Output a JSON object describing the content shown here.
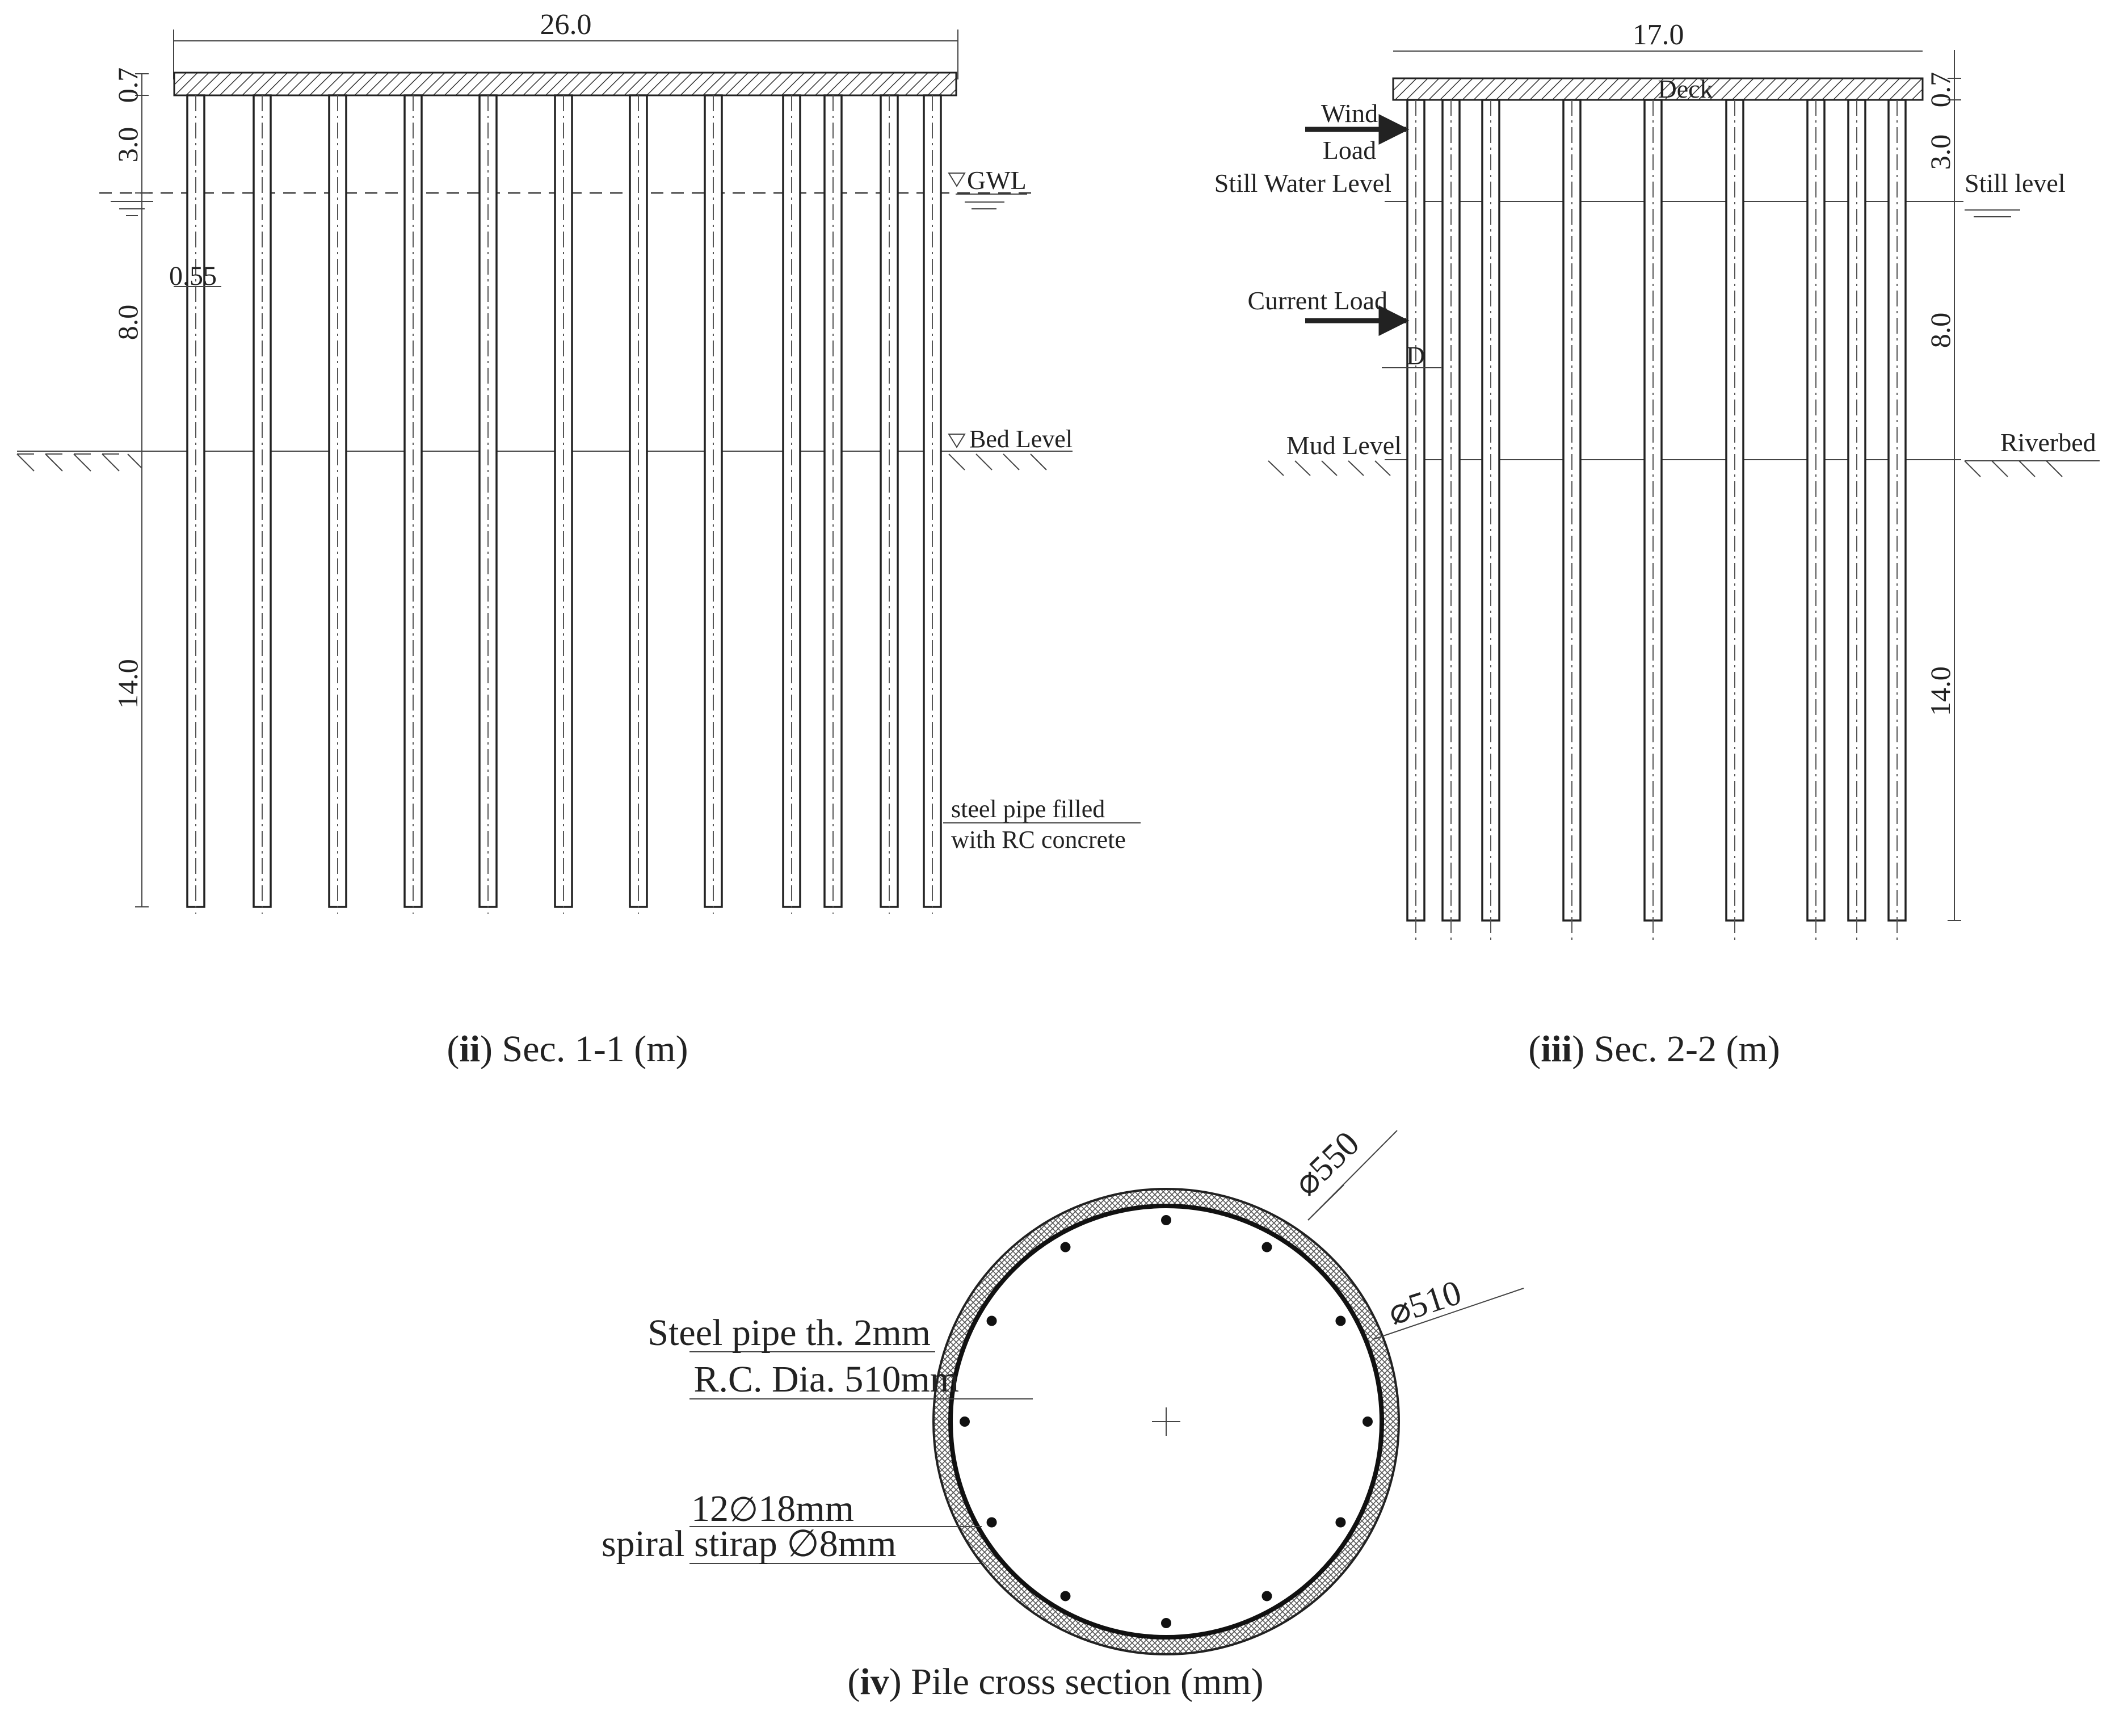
{
  "sec1": {
    "width_dim": "26.0",
    "dims": {
      "deck": "0.7",
      "upper": "3.0",
      "water": "8.0",
      "embed": "14.0"
    },
    "pile_dia": "0.55",
    "gwl": "GWL",
    "bed": "Bed Level",
    "note1": "steel pipe filled",
    "note2": "with RC concrete",
    "caption_num": "ii",
    "caption_text": "Sec. 1-1 (m)"
  },
  "sec2": {
    "width_dim": "17.0",
    "deck": "Deck",
    "wind1": "Wind",
    "wind2": "Load",
    "still_water": "Still Water Level",
    "current": "Current Load",
    "d": "D",
    "mud": "Mud Level",
    "still_level": "Still level",
    "riverbed": "Riverbed",
    "dims": {
      "deck": "0.7",
      "upper": "3.0",
      "water": "8.0",
      "embed": "14.0"
    },
    "caption_num": "iii",
    "caption_text": "Sec. 2-2 (m)"
  },
  "sec3": {
    "outer_dia": "550",
    "inner_dia": "510",
    "steel": "Steel pipe th. 2mm",
    "rc": "R.C. Dia. 510mm",
    "bars": "1218mm",
    "stirrup": "spiral stirap 8mm",
    "caption_num": "iv",
    "caption_text": "Pile cross section (mm)"
  }
}
